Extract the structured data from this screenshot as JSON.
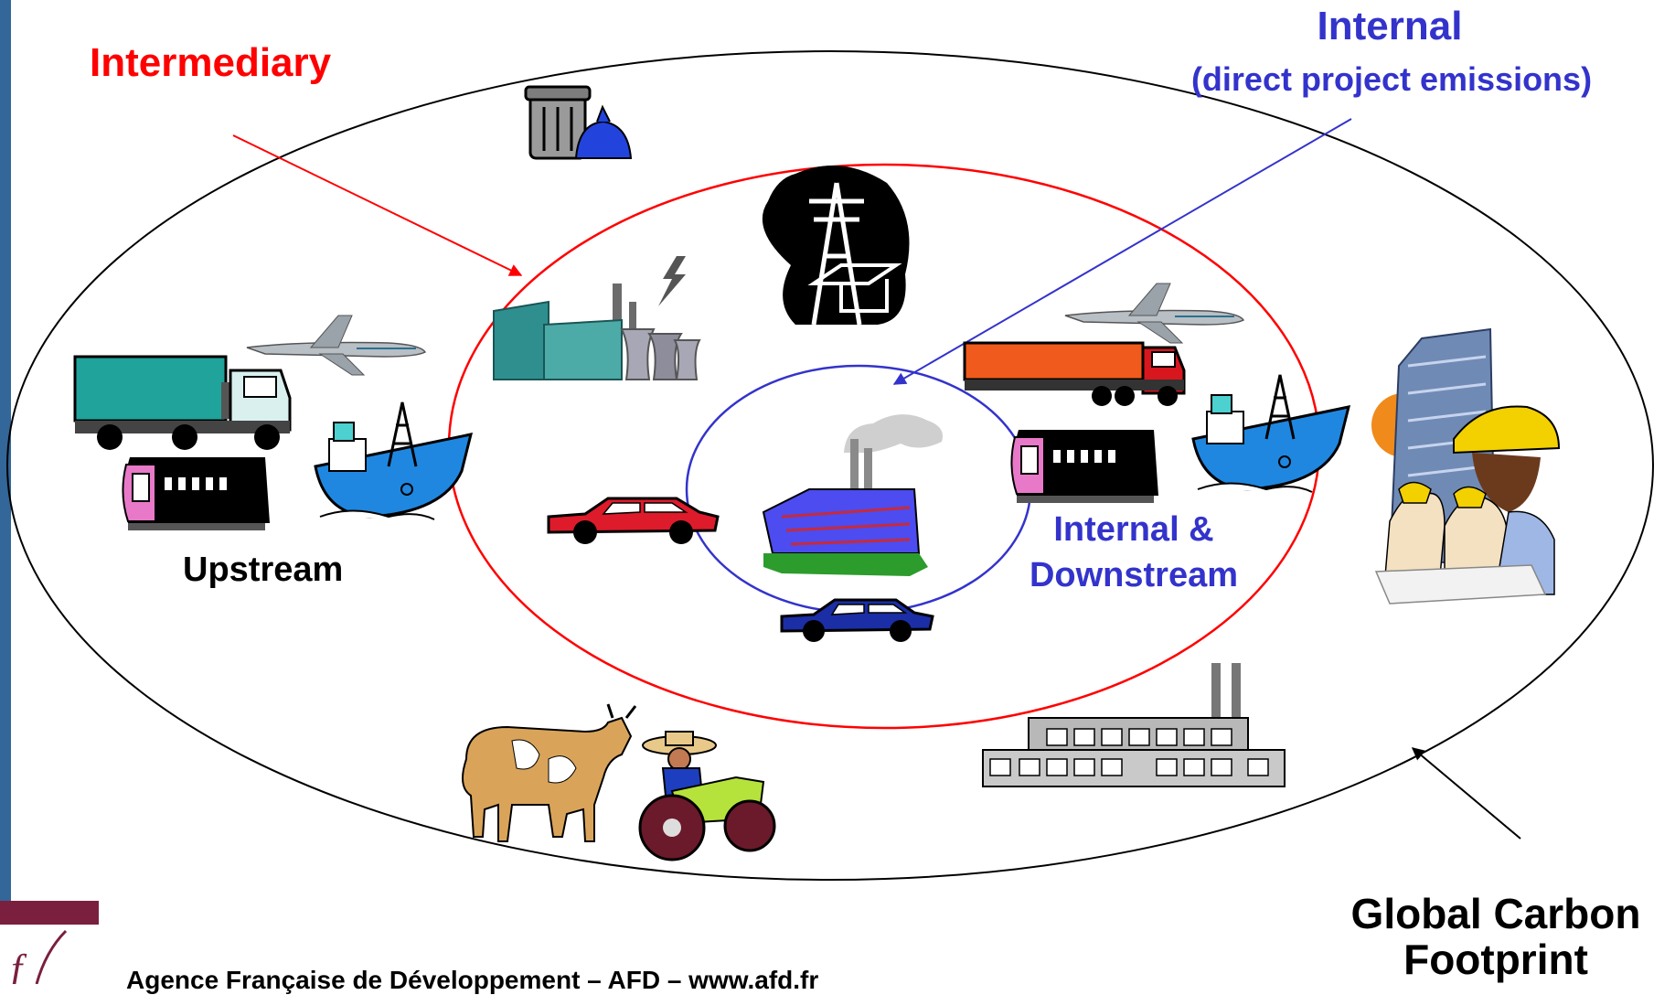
{
  "labels": {
    "intermediary": "Intermediary",
    "internal_title": "Internal",
    "internal_subtitle": "(direct project emissions)",
    "upstream": "Upstream",
    "internal_downstream_line1": "Internal &",
    "internal_downstream_line2": "Downstream",
    "global_line1": "Global Carbon",
    "global_line2": "Footprint",
    "footer": "Agence Française de Développement – AFD – www.afd.fr"
  },
  "icons": [
    "trash-bin-icon",
    "power-pylon-icon",
    "power-plant-icon",
    "airplane-icon",
    "truck-icon",
    "train-car-icon",
    "cargo-ship-icon",
    "red-car-icon",
    "factory-icon",
    "blue-car-icon",
    "cow-icon",
    "tractor-farmer-icon",
    "industrial-plant-icon",
    "construction-workers-icon",
    "afd-logo-icon"
  ],
  "colors": {
    "intermediary": "#ff0000",
    "internal": "#3333cc",
    "outer": "#000000",
    "left_bar": "#336699",
    "footer_bar": "#7a1f3d"
  }
}
